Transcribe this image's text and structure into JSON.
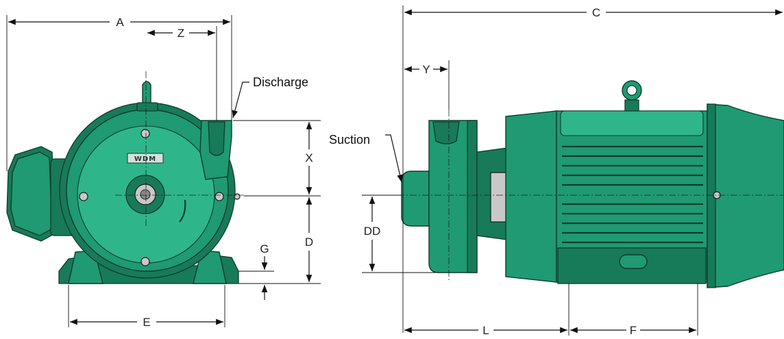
{
  "callouts": {
    "discharge": "Discharge",
    "suction": "Suction",
    "logo": "WDM"
  },
  "dimensions": {
    "A": "A",
    "Z": "Z",
    "X": "X",
    "D": "D",
    "G": "G",
    "E": "E",
    "C": "C",
    "Y": "Y",
    "DD": "DD",
    "L": "L",
    "F": "F"
  },
  "colors": {
    "pump_body": "#1f9a72",
    "pump_outline": "#0e3d2c",
    "dimension_line": "#111111"
  }
}
